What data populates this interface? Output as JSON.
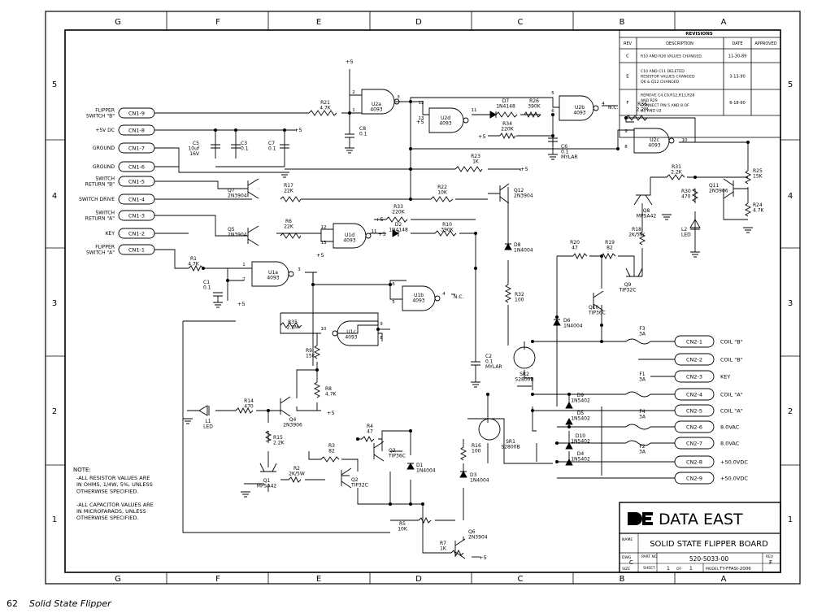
{
  "grid": {
    "columns": [
      "G",
      "F",
      "E",
      "D",
      "C",
      "B",
      "A"
    ],
    "rows": [
      "5",
      "4",
      "3",
      "2",
      "1"
    ]
  },
  "revisions": {
    "title": "REVISIONS",
    "headers": [
      "REV",
      "DESCRIPTION",
      "DATE",
      "APPROVED"
    ],
    "rows": [
      {
        "rev": "C",
        "desc": [
          "R10 AND R26 VALUES CHANGED."
        ],
        "date": "11-30-89"
      },
      {
        "rev": "E",
        "desc": [
          "C10 AND C11 DELETED",
          "RESISTOR VALUES CHANGED",
          "Q6 & Q12 CHANGED"
        ],
        "date": "3-13-90"
      },
      {
        "rev": "F",
        "desc": [
          "REMOVE C4,C9,R12,R13,R28",
          "AND R29",
          "CONNECT PIN 5 AND 8 OF",
          "U1 AND U2"
        ],
        "date": "6-18-90"
      }
    ]
  },
  "connectors_left": [
    {
      "id": "cn1-9",
      "label": [
        "FLIPPER",
        "SWITCH \"B\""
      ],
      "pin": "CN1-9"
    },
    {
      "id": "cn1-8",
      "label": [
        "+5V DC"
      ],
      "pin": "CN1-8"
    },
    {
      "id": "cn1-7",
      "label": [
        "GROUND"
      ],
      "pin": "CN1-7"
    },
    {
      "id": "cn1-6",
      "label": [
        "GROUND"
      ],
      "pin": "CN1-6"
    },
    {
      "id": "cn1-5",
      "label": [
        "SWITCH",
        "RETURN \"B\""
      ],
      "pin": "CN1-5"
    },
    {
      "id": "cn1-4",
      "label": [
        "SWITCH DRIVE"
      ],
      "pin": "CN1-4"
    },
    {
      "id": "cn1-3",
      "label": [
        "SWITCH",
        "RETURN \"A\""
      ],
      "pin": "CN1-3"
    },
    {
      "id": "cn1-2",
      "label": [
        "KEY"
      ],
      "pin": "CN1-2"
    },
    {
      "id": "cn1-1",
      "label": [
        "FLIPPER",
        "SWITCH \"A\""
      ],
      "pin": "CN1-1"
    }
  ],
  "connectors_right": [
    {
      "pin": "CN2-1",
      "label": "COIL \"B\""
    },
    {
      "pin": "CN2-2",
      "label": "COIL \"B\""
    },
    {
      "pin": "CN2-3",
      "label": "KEY"
    },
    {
      "pin": "CN2-4",
      "label": "COIL \"A\""
    },
    {
      "pin": "CN2-5",
      "label": "COIL \"A\""
    },
    {
      "pin": "CN2-6",
      "label": "8.0VAC"
    },
    {
      "pin": "CN2-7",
      "label": "8.0VAC"
    },
    {
      "pin": "CN2-8",
      "label": "+50.0VDC"
    },
    {
      "pin": "CN2-9",
      "label": "+50.0VDC"
    }
  ],
  "labels": {
    "r21": [
      "R21",
      "4.7K"
    ],
    "c8": [
      "C8",
      "0.1"
    ],
    "c5": [
      "C5",
      "10uf",
      "16V"
    ],
    "c3": [
      "C3",
      "0.1"
    ],
    "c7": [
      "C7",
      "0.1"
    ],
    "u2a": [
      "U2a",
      "4093"
    ],
    "u2d": [
      "U2d",
      "4093"
    ],
    "u2b": [
      "U2b",
      "4093"
    ],
    "u2c": [
      "U2c",
      "4093"
    ],
    "d7": [
      "D7",
      "1N4148"
    ],
    "r26": [
      "R26",
      "390K"
    ],
    "r34": [
      "R34",
      "220K"
    ],
    "c6": [
      "C6",
      "0.1",
      "MYLAR"
    ],
    "r36": [
      "R36",
      "2.2M"
    ],
    "r23": [
      "R23",
      "1K"
    ],
    "r22": [
      "R22",
      "10K"
    ],
    "q12": [
      "Q12",
      "2N3904"
    ],
    "r17": [
      "R17",
      "22K"
    ],
    "q7": [
      "Q7",
      "2N3904"
    ],
    "r31": [
      "R31",
      "2.2K"
    ],
    "r30": [
      "R30",
      "470"
    ],
    "q11": [
      "Q11",
      "2N3906"
    ],
    "r25": [
      "R25",
      "15K"
    ],
    "r24": [
      "R24",
      "4.7K"
    ],
    "q8": [
      "Q8",
      "MPSA42"
    ],
    "r18": [
      "R18",
      "2K/5W"
    ],
    "l2": [
      "L2",
      "LED"
    ],
    "r33": [
      "R33",
      "220K"
    ],
    "d2": [
      "D2",
      "1N4148"
    ],
    "u1d": [
      "U1d",
      "4093"
    ],
    "r10": [
      "R10",
      "390K"
    ],
    "r6": [
      "R6",
      "22K"
    ],
    "q5": [
      "Q5",
      "2N3904"
    ],
    "d8": [
      "D8",
      "1N4004"
    ],
    "r20": [
      "R20",
      "47"
    ],
    "r19": [
      "R19",
      "82"
    ],
    "q9": [
      "Q9",
      "TIP32C"
    ],
    "r1": [
      "R1",
      "4.7K"
    ],
    "c1": [
      "C1",
      "0.1"
    ],
    "u1a": [
      "U1a",
      "4093"
    ],
    "u1b": [
      "U1b",
      "4093"
    ],
    "r32": [
      "R32",
      "100"
    ],
    "q10": [
      "Q10",
      "TIP36C"
    ],
    "d6": [
      "D6",
      "1N4004"
    ],
    "f3": [
      "F3",
      "3A"
    ],
    "r35": [
      "R35",
      "2.2M"
    ],
    "u1c": [
      "U1c",
      "4093"
    ],
    "r9": [
      "R9",
      "15K"
    ],
    "c2": [
      "C2",
      "0.1",
      "MYLAR"
    ],
    "sr2": [
      "SR2",
      "S2800B"
    ],
    "f1": [
      "F1",
      "3A"
    ],
    "r8": [
      "R8",
      "4.7K"
    ],
    "l1": [
      "L1",
      "LED"
    ],
    "r14": [
      "R14",
      "470"
    ],
    "q4": [
      "Q4",
      "2N3906"
    ],
    "d9": [
      "D9",
      "1N5402"
    ],
    "d5": [
      "D5",
      "1N5402"
    ],
    "f4": [
      "F4",
      "3A"
    ],
    "r4": [
      "R4",
      "47"
    ],
    "q3": [
      "Q3",
      "TIP36C"
    ],
    "r15": [
      "R15",
      "2.2K"
    ],
    "r3": [
      "R3",
      "82"
    ],
    "sr1": [
      "SR1",
      "S2800B"
    ],
    "d10": [
      "D10",
      "1N5402"
    ],
    "d4": [
      "D4",
      "1N5402"
    ],
    "f2": [
      "F2",
      "3A"
    ],
    "d1": [
      "D1",
      "1N4004"
    ],
    "r16": [
      "R16",
      "100"
    ],
    "q2": [
      "Q2",
      "TIP32C"
    ],
    "r2": [
      "R2",
      "2K/5W"
    ],
    "q1": [
      "Q1",
      "MPSA42"
    ],
    "d3": [
      "D3",
      "1N4004"
    ],
    "r5": [
      "R5",
      "10K"
    ],
    "q6": [
      "Q6",
      "2N3904"
    ],
    "r7": [
      "R7",
      "1K"
    ]
  },
  "rails": {
    "plus5": "+5",
    "nc": "N.C."
  },
  "pins": [
    "1",
    "2",
    "3",
    "4",
    "5",
    "6",
    "8",
    "9",
    "10",
    "11",
    "12",
    "13"
  ],
  "note": {
    "title": "NOTE:",
    "lines": [
      "-ALL RESISTOR VALUES ARE",
      "IN OHMS, 1/4W, 5%, UNLESS",
      "OTHERWISE SPECIFIED.",
      "",
      "-ALL CAPACITOR VALUES ARE",
      "IN MICROFARADS, UNLESS",
      "OTHERWISE SPECIFIED."
    ]
  },
  "title_block": {
    "logo_text": "DATA EAST",
    "name_label": "NAME",
    "name": "SOLID STATE FLIPPER BOARD",
    "dwg_label": "DWG",
    "dwg": "C",
    "part_label": "PART NO",
    "part": "520-5033-00",
    "rev_label": "REV",
    "rev": "F",
    "size_label": "SIZE",
    "sheet_label": "SHEET",
    "sheet": "1",
    "of_label": "OF",
    "of": "1",
    "model_label": "MODEL",
    "model": "TY-FFASI-2006"
  },
  "footer": {
    "page": "62",
    "caption": "Solid State Flipper"
  }
}
